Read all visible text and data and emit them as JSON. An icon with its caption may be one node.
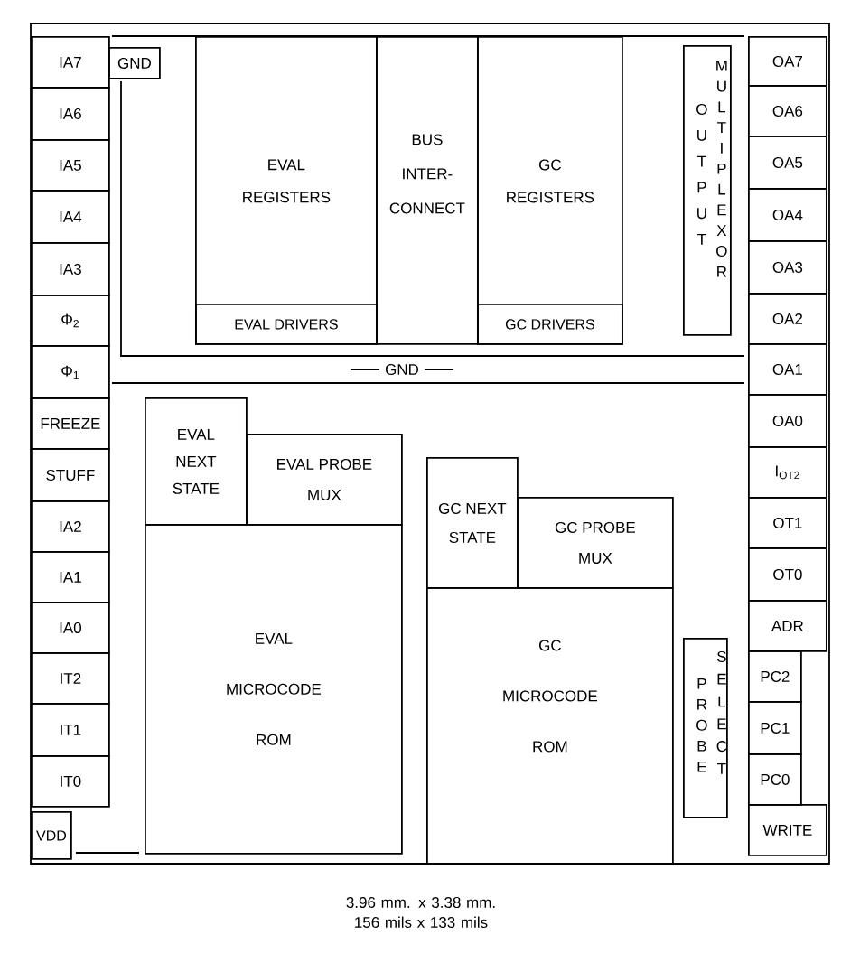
{
  "diagram": {
    "nodes": [
      {
        "text": [
          "IA7"
        ]
      },
      {
        "text": [
          "IA6"
        ]
      },
      {
        "text": [
          "IA5"
        ]
      },
      {
        "text": [
          "IA4"
        ]
      },
      {
        "text": [
          "IA3"
        ]
      },
      {
        "text": [
          "Φ$_{2}$"
        ]
      },
      {
        "text": [
          "Φ$_{1}$"
        ]
      },
      {
        "text": [
          "FREEZE"
        ]
      },
      {
        "text": [
          "STUFF"
        ]
      },
      {
        "text": [
          "IA2"
        ]
      },
      {
        "text": [
          "IA1"
        ]
      },
      {
        "text": [
          "IA0"
        ]
      },
      {
        "text": [
          "IT2"
        ]
      },
      {
        "text": [
          "IT1"
        ]
      },
      {
        "text": [
          "IT0"
        ]
      },
      {
        "text": [
          "VDD"
        ]
      },
      {
        "text": [
          "GND"
        ]
      },
      {
        "text": [
          "EVAL REGISTERS"
        ]
      },
      {
        "text": [
          "EVAL DRIVERS"
        ],
        "in": 17
      },
      {
        "text": [
          "BUS INTER- CONNECT"
        ]
      },
      {
        "text": [
          "GC REGISTERS"
        ]
      },
      {
        "text": [
          "GC DRIVERS"
        ],
        "in": 20
      },
      {
        "text": [
          "OUTPUT",
          "MULTIPLEXOR"
        ]
      },
      {
        "text": [
          "EVAL NEXT STATE"
        ]
      },
      {
        "text": [
          "EVAL PROBE MUX"
        ]
      },
      {
        "text": [
          "EVAL MICROCODE ROM"
        ]
      },
      {
        "text": [
          "GC NEXT STATE"
        ]
      },
      {
        "text": [
          "GC PROBE MUX"
        ]
      },
      {
        "text": [
          "GC MICROCODE ROM"
        ]
      },
      {
        "text": [
          "PROBE",
          "SELECT"
        ]
      },
      {
        "text": [
          "OA7"
        ]
      },
      {
        "text": [
          "OA6"
        ]
      },
      {
        "text": [
          "OA5"
        ]
      },
      {
        "text": [
          "OA4"
        ]
      },
      {
        "text": [
          "OA3"
        ]
      },
      {
        "text": [
          "OA2"
        ]
      },
      {
        "text": [
          "OA1"
        ]
      },
      {
        "text": [
          "OA0"
        ]
      },
      {
        "text": [
          "I$_{OT2}$"
        ]
      },
      {
        "text": [
          "OT1"
        ]
      },
      {
        "text": [
          "OT0"
        ]
      },
      {
        "text": [
          "ADR"
        ]
      },
      {
        "text": [
          "PC2"
        ]
      },
      {
        "text": [
          "PC1"
        ]
      },
      {
        "text": [
          "PC0"
        ]
      },
      {
        "text": [
          "WRITE"
        ]
      }
    ],
    "labels": [
      "GND"
    ],
    "caption": "3.96 mm. x 3.38 mm. 156 mils x 133 mils"
  }
}
